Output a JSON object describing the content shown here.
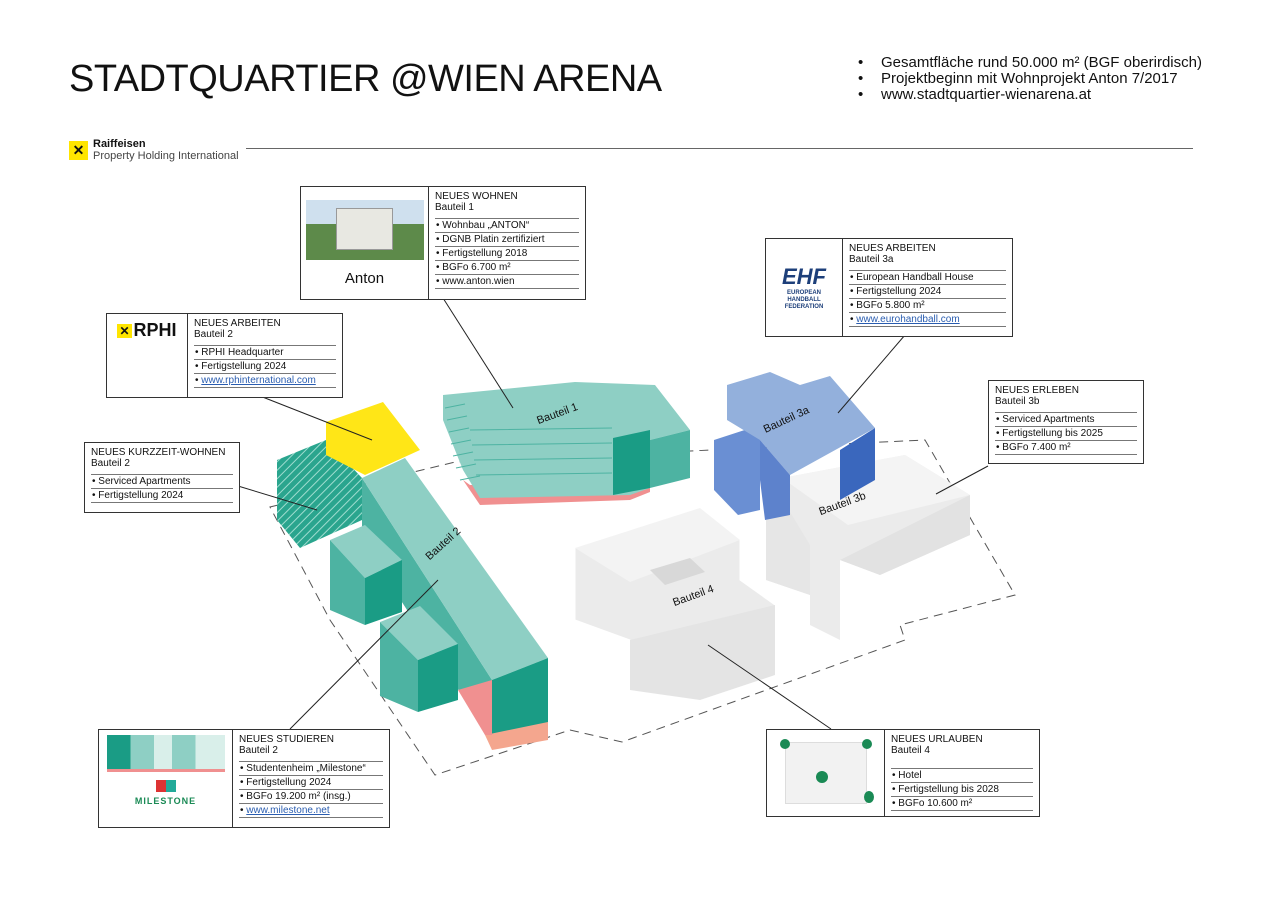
{
  "header": {
    "title": "STADTQUARTIER @WIEN ARENA",
    "facts": [
      "Gesamtfläche rund 50.000 m² (BGF oberirdisch)",
      "Projektbeginn mit Wohnprojekt Anton 7/2017",
      "www.stadtquartier-wienarena.at"
    ],
    "brand_line1": "Raiffeisen",
    "brand_line2": "Property Holding International"
  },
  "buildings": {
    "b1": "Bauteil 1",
    "b2": "Bauteil 2",
    "b3a": "Bauteil 3a",
    "b3b": "Bauteil 3b",
    "b4": "Bauteil 4"
  },
  "colors": {
    "teal_light": "#8ecfc4",
    "teal_mid": "#4db3a2",
    "teal_dark": "#1a9c85",
    "yellow": "#ffe617",
    "blue_light": "#93b0dc",
    "blue_mid": "#6a8fd3",
    "blue_dark": "#3a67bd",
    "pink": "#f09090",
    "grey": "#ebebeb"
  },
  "boxes": {
    "anton": {
      "logo": "Anton",
      "title": "NEUES WOHNEN",
      "sub": "Bauteil 1",
      "items": [
        "Wohnbau „ANTON“",
        "DGNB Platin zertifiziert",
        "Fertigstellung 2018",
        "BGFo 6.700 m²",
        "www.anton.wien"
      ]
    },
    "ehf": {
      "logo": "EHF",
      "logo_sub": "EUROPEAN HANDBALL FEDERATION",
      "title": "NEUES ARBEITEN",
      "sub": "Bauteil 3a",
      "items": [
        "European Handball House",
        "Fertigstellung 2024",
        "BGFo 5.800 m²"
      ],
      "link": "www.eurohandball.com"
    },
    "rphi": {
      "logo": "RPHI",
      "title": "NEUES ARBEITEN",
      "sub": "Bauteil 2",
      "items": [
        "RPHI Headquarter",
        "Fertigstellung 2024"
      ],
      "link": "www.rphinternational.com"
    },
    "kurz": {
      "title": "NEUES KURZZEIT-WOHNEN",
      "sub": "Bauteil 2",
      "items": [
        "Serviced Apartments",
        "Fertigstellung 2024"
      ]
    },
    "erleben": {
      "title": "NEUES ERLEBEN",
      "sub": "Bauteil 3b",
      "items": [
        "Serviced Apartments",
        "Fertigstellung bis 2025",
        "BGFo 7.400 m²"
      ]
    },
    "studieren": {
      "logo": "MILESTONE",
      "title": "NEUES STUDIEREN",
      "sub": "Bauteil 2",
      "items": [
        "Studentenheim „Milestone“",
        "Fertigstellung 2024",
        "BGFo 19.200 m² (insg.)"
      ],
      "link": "www.milestone.net"
    },
    "urlauben": {
      "title": "NEUES URLAUBEN",
      "sub": "Bauteil 4",
      "items": [
        "Hotel",
        "Fertigstellung bis 2028",
        "BGFo 10.600 m²"
      ]
    }
  }
}
